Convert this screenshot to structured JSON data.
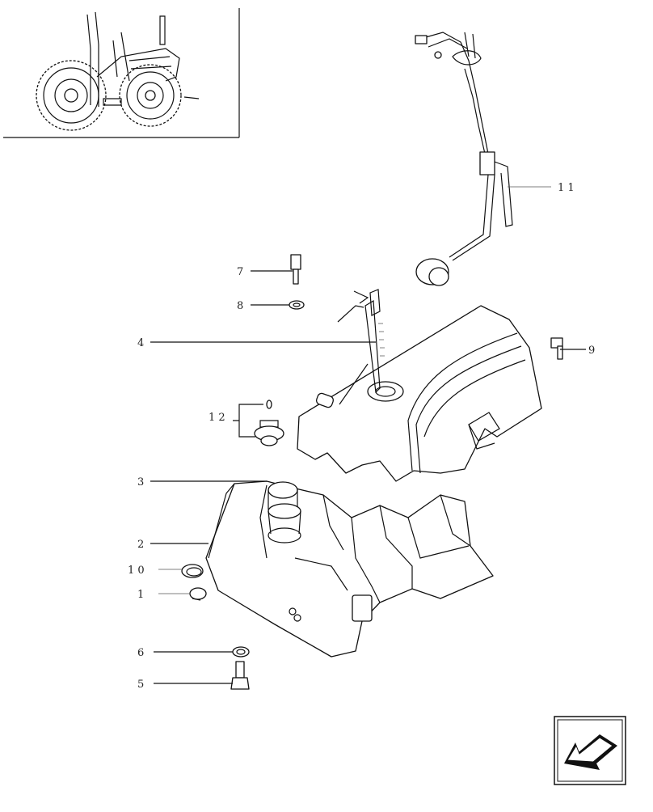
{
  "diagram": {
    "parts": [
      {
        "id": "p1",
        "label": "1"
      },
      {
        "id": "p2",
        "label": "2"
      },
      {
        "id": "p3",
        "label": "3"
      },
      {
        "id": "p4",
        "label": "4"
      },
      {
        "id": "p5",
        "label": "5"
      },
      {
        "id": "p6",
        "label": "6"
      },
      {
        "id": "p7",
        "label": "7"
      },
      {
        "id": "p8",
        "label": "8"
      },
      {
        "id": "p9",
        "label": "9"
      },
      {
        "id": "p10",
        "label": "1 0"
      },
      {
        "id": "p11",
        "label": "1 1"
      },
      {
        "id": "p12",
        "label": "1 2"
      }
    ],
    "thumbnail": {
      "subject": "tractor-icon"
    },
    "nav_button": {
      "icon": "arrow-back-icon"
    },
    "colors": {
      "ink": "#111111",
      "paper": "#ffffff"
    }
  }
}
